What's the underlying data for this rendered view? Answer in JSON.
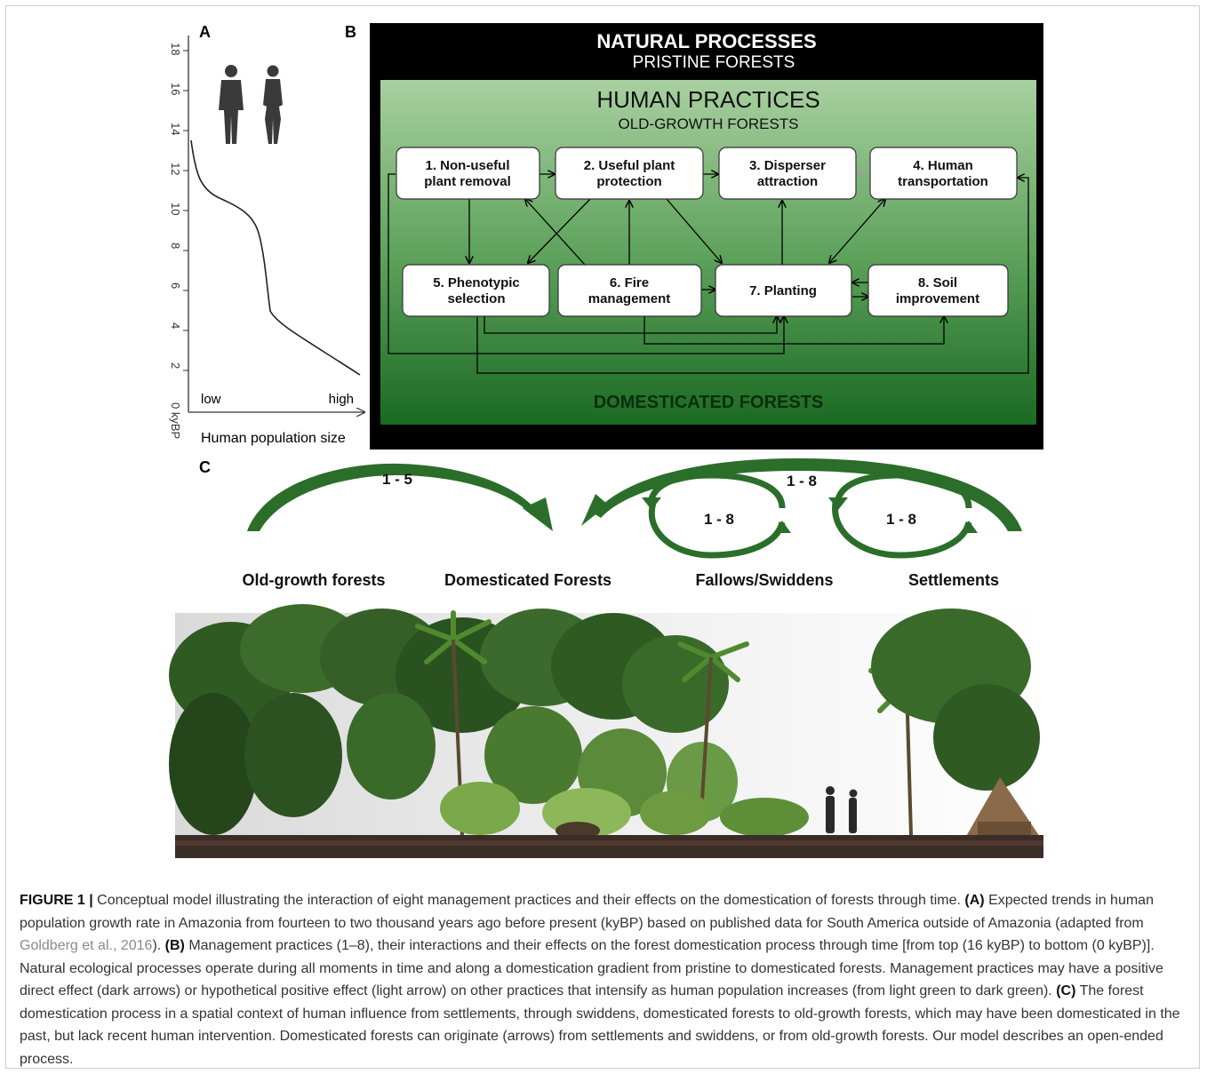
{
  "panel_a": {
    "letter": "A",
    "y_ticks": [
      "18",
      "16",
      "14",
      "12",
      "10",
      "8",
      "6",
      "4",
      "2",
      "0 kyBP"
    ],
    "x_low": "low",
    "x_high": "high",
    "x_label": "Human population size"
  },
  "panel_b": {
    "letter": "B",
    "top_title": "NATURAL PROCESSES",
    "top_subtitle": "PRISTINE FORESTS",
    "mid_title": "HUMAN PRACTICES",
    "mid_subtitle": "OLD-GROWTH FORESTS",
    "bottom_title": "DOMESTICATED FORESTS",
    "boxes": [
      {
        "line1": "1. Non-useful",
        "line2": "plant removal"
      },
      {
        "line1": "2. Useful plant",
        "line2": "protection"
      },
      {
        "line1": "3. Disperser",
        "line2": "attraction"
      },
      {
        "line1": "4. Human",
        "line2": "transportation"
      },
      {
        "line1": "5. Phenotypic",
        "line2": "selection"
      },
      {
        "line1": "6. Fire",
        "line2": "management"
      },
      {
        "line1": "7. Planting",
        "line2": ""
      },
      {
        "line1": "8. Soil",
        "line2": "improvement"
      }
    ],
    "colors": {
      "dark": "#1f6e25",
      "light": "#a6cc9b",
      "black": "#000000"
    }
  },
  "panel_c": {
    "letter": "C",
    "arrow_labels": [
      "1 - 5",
      "1 - 8",
      "1 - 8",
      "1 - 8"
    ],
    "zones": [
      "Old-growth forests",
      "Domesticated Forests",
      "Fallows/Swiddens",
      "Settlements"
    ]
  },
  "caption": {
    "label": "FIGURE 1 |",
    "t1": " Conceptual model illustrating the interaction of eight management practices and their effects on the domestication of forests through time. ",
    "a": "(A)",
    "t2": " Expected trends in human population growth rate in Amazonia from fourteen to two thousand years ago before present (kyBP) based on published data for South America outside of Amazonia (adapted from ",
    "cite": "Goldberg et al., 2016",
    "t3": "). ",
    "b": "(B)",
    "t4": " Management practices (1–8), their interactions and their effects on the forest domestication process through time [from top (16 kyBP) to bottom (0 kyBP)]. Natural ecological processes operate during all moments in time and along a domestication gradient from pristine to domesticated forests. Management practices may have a positive direct effect (dark arrows) or hypothetical positive effect (light arrow) on other practices that intensify as human population increases (from light green to dark green). ",
    "c": "(C)",
    "t5": " The forest domestication process in a spatial context of human influence from settlements, through swiddens, domesticated forests to old-growth forests, which may have been domesticated in the past, but lack recent human intervention. Domesticated forests can originate (arrows) from settlements and swiddens, or from old-growth forests. Our model describes an open-ended process."
  }
}
